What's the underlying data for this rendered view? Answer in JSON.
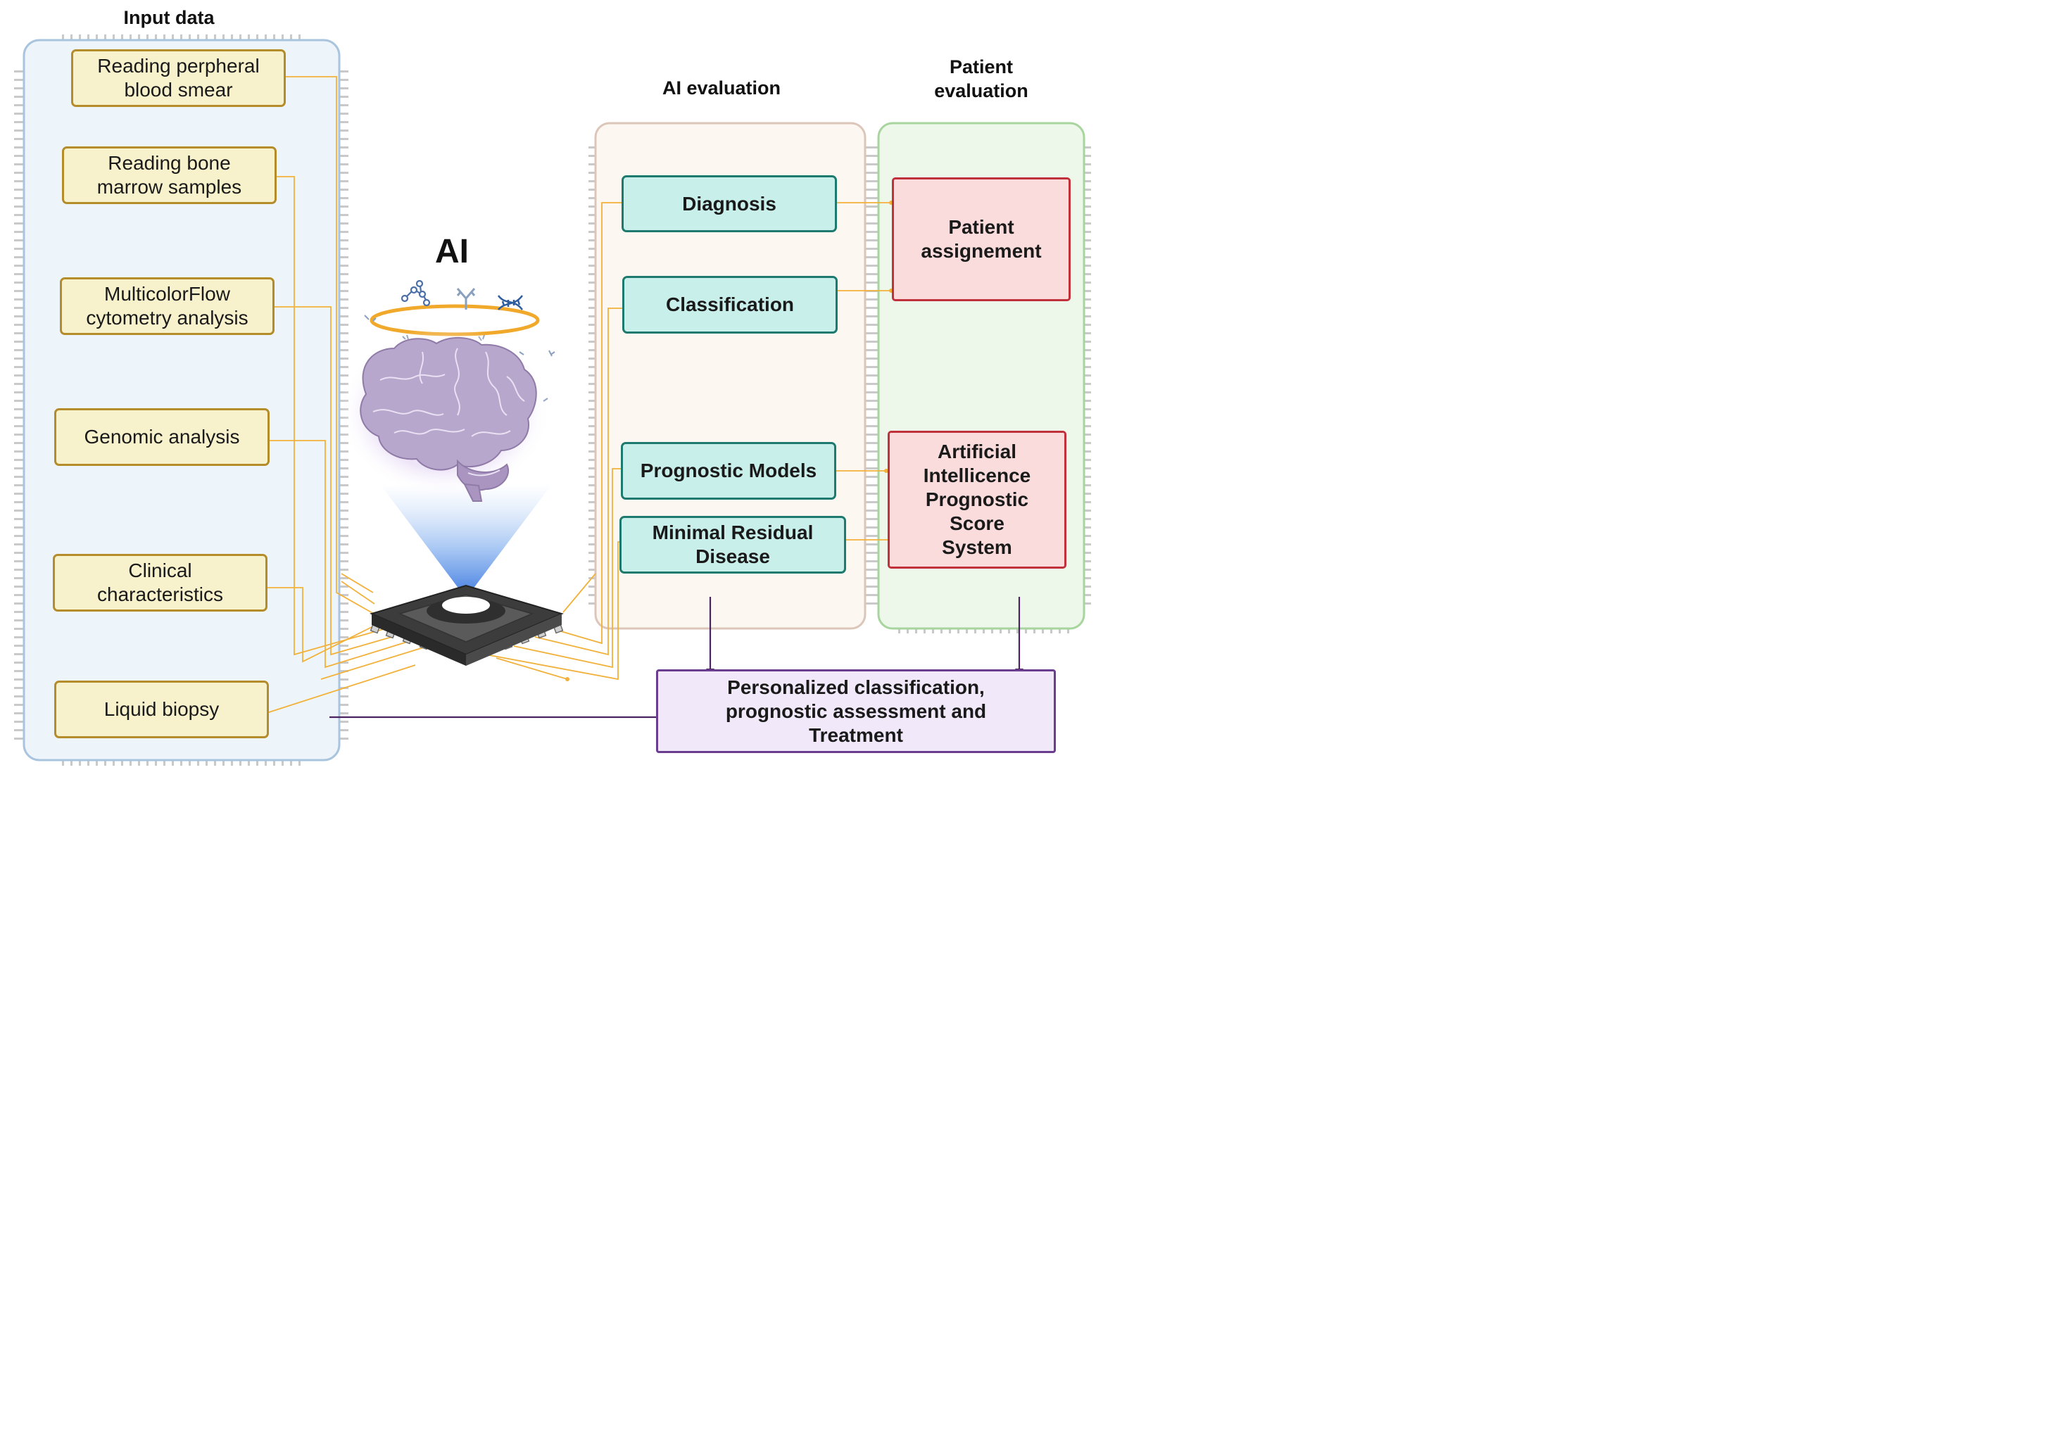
{
  "headings": {
    "input_data": "Input data",
    "ai_evaluation": "AI evaluation",
    "patient_evaluation": "Patient\nevaluation",
    "ai_center": "AI"
  },
  "input_items": [
    "Reading perpheral\nblood smear",
    "Reading bone\nmarrow samples",
    "MulticolorFlow\ncytometry analysis",
    "Genomic analysis",
    "Clinical\ncharacteristics",
    "Liquid biopsy"
  ],
  "ai_evaluation_items": [
    "Diagnosis",
    "Classification",
    "Prognostic Models",
    "Minimal Residual\nDisease"
  ],
  "patient_evaluation_items": [
    "Patient\nassignement",
    "Artificial\nIntellicence\nPrognostic\nScore\nSystem"
  ],
  "output": "Personalized classification,\nprognostic assessment and\nTreatment",
  "icons": [
    "brain-icon",
    "microchip-icon",
    "dna-icon",
    "molecule-icon",
    "antibody-icon"
  ],
  "colors": {
    "connector": "#f2b13a",
    "arrow": "#4a2460",
    "input_panel_fill": "#eef5fa",
    "input_panel_border": "#a9c4de",
    "ai_panel_fill": "#fdf7f1",
    "ai_panel_border": "#dcc6b9",
    "patient_panel_fill": "#eef8ea",
    "patient_panel_border": "#a8d59e"
  }
}
